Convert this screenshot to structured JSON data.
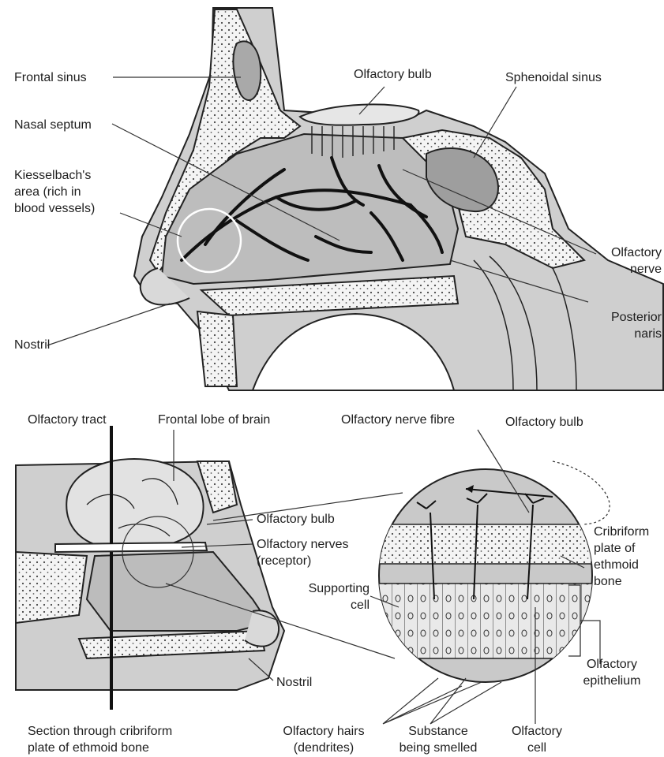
{
  "upper_labels": {
    "frontal_sinus": "Frontal sinus",
    "olfactory_bulb": "Olfactory bulb",
    "sphenoidal_sinus": "Sphenoidal sinus",
    "nasal_septum": "Nasal septum",
    "kiesselbach": "Kiesselbach's\narea (rich in\nblood vessels)",
    "olfactory_nerve": "Olfactory\nnerve",
    "posterior_naris": "Posterior\nnaris",
    "nostril": "Nostril"
  },
  "lower_labels": {
    "olfactory_tract": "Olfactory tract",
    "frontal_lobe": "Frontal lobe of brain",
    "olfactory_nerve_fibre": "Olfactory nerve fibre",
    "olfactory_bulb_top": "Olfactory bulb",
    "olfactory_bulb_mid": "Olfactory bulb",
    "olfactory_nerves_receptor": "Olfactory nerves\n(receptor)",
    "cribriform_plate": "Cribriform\nplate of\nethmoid\nbone",
    "supporting_cell": "Supporting\ncell",
    "olfactory_epithelium": "Olfactory\nepithelium",
    "nostril": "Nostril",
    "section_cribriform": "Section through cribriform\nplate of ethmoid bone",
    "olfactory_hairs": "Olfactory hairs\n(dendrites)",
    "substance_smelled": "Substance\nbeing smelled",
    "olfactory_cell": "Olfactory\ncell"
  }
}
